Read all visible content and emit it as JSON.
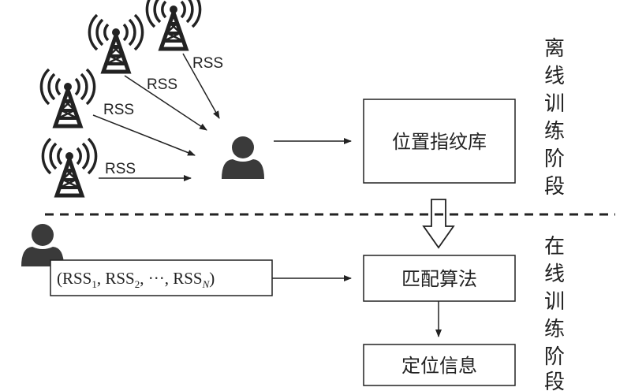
{
  "rss_label": "RSS",
  "towers": [
    {
      "id": "tower-1"
    },
    {
      "id": "tower-2"
    },
    {
      "id": "tower-3"
    },
    {
      "id": "tower-4"
    }
  ],
  "boxes": {
    "fingerprint_db": "位置指纹库",
    "matching": "匹配算法",
    "location": "定位信息"
  },
  "phases": {
    "offline": [
      "离",
      "线",
      "训",
      "练",
      "阶",
      "段"
    ],
    "online": [
      "在",
      "线",
      "训",
      "练",
      "阶",
      "段"
    ]
  },
  "formula": {
    "open": "(RSS",
    "sub1": "1",
    "sep1": ", RSS",
    "sub2": "2",
    "sep2": ", ···, RSS",
    "subN": "N",
    "close": ")"
  },
  "icons": [
    "cell-tower-icon",
    "user-icon",
    "hollow-down-arrow-icon"
  ]
}
